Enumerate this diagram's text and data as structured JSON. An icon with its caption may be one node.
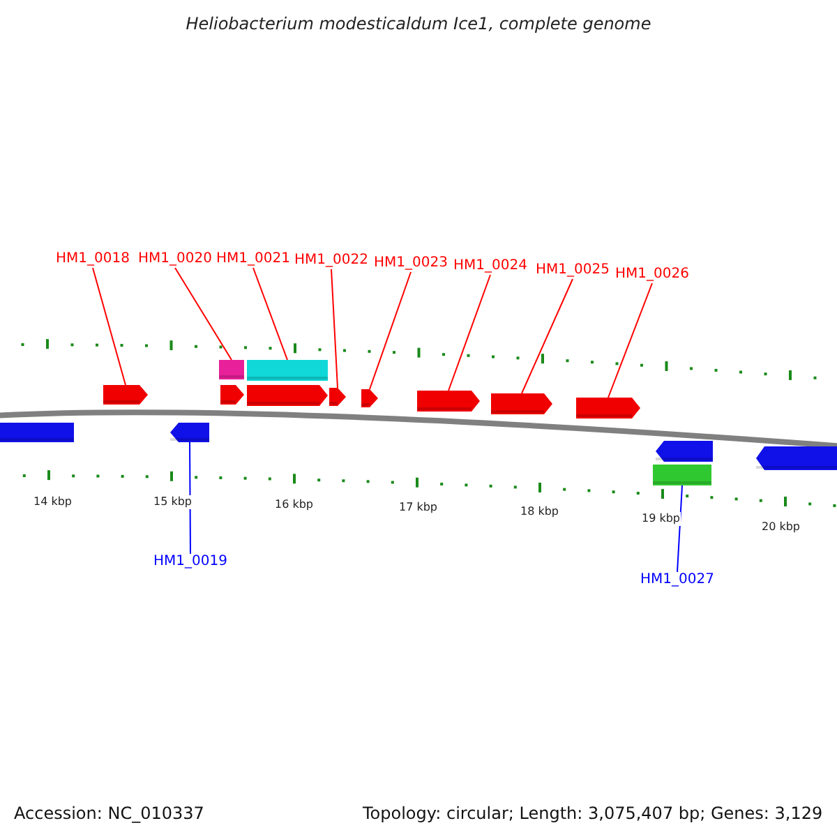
{
  "diagram": {
    "title": "Heliobacterium modesticaldum Ice1, complete genome",
    "nodes": [
      {
        "text": [
          "HM1_0018"
        ]
      },
      {
        "text": [
          "HM1_0020"
        ]
      },
      {
        "text": [
          "HM1_0021"
        ]
      },
      {
        "text": [
          "HM1_0022"
        ]
      },
      {
        "text": [
          "HM1_0023"
        ]
      },
      {
        "text": [
          "HM1_0024"
        ]
      },
      {
        "text": [
          "HM1_0025"
        ]
      },
      {
        "text": [
          "HM1_0026"
        ]
      },
      {
        "text": [],
        "shape": "bar"
      },
      {
        "text": [],
        "shape": "bar"
      },
      {
        "text": [],
        "shape": "arrow"
      },
      {
        "text": [],
        "shape": "arrow"
      },
      {
        "text": [],
        "shape": "arrow"
      },
      {
        "text": [],
        "shape": "arrow"
      },
      {
        "text": [],
        "shape": "arrow"
      },
      {
        "text": [],
        "shape": "arrow"
      },
      {
        "text": [],
        "shape": "arrow"
      },
      {
        "text": [],
        "shape": "arrow"
      },
      {
        "text": [],
        "shape": "arrow"
      },
      {
        "text": [],
        "shape": "arrow"
      },
      {
        "text": [],
        "shape": "arrow"
      },
      {
        "text": [],
        "shape": "bar"
      },
      {
        "text": [],
        "shape": "arrow"
      },
      {
        "text": [
          "HM1_0019"
        ]
      },
      {
        "text": [
          "HM1_0027"
        ]
      }
    ],
    "edges": [
      {
        "from": 0,
        "to": 10,
        "arrow": "none"
      },
      {
        "from": 1,
        "to": 8,
        "arrow": "none"
      },
      {
        "from": 2,
        "to": 9,
        "arrow": "none"
      },
      {
        "from": 3,
        "to": 13,
        "arrow": "none"
      },
      {
        "from": 4,
        "to": 14,
        "arrow": "none"
      },
      {
        "from": 5,
        "to": 15,
        "arrow": "none"
      },
      {
        "from": 6,
        "to": 16,
        "arrow": "none"
      },
      {
        "from": 7,
        "to": 17,
        "arrow": "none"
      },
      {
        "from": 23,
        "to": 19,
        "arrow": "none",
        "color": "#0000ff"
      },
      {
        "from": 24,
        "to": 21,
        "arrow": "none",
        "color": "#0000ff"
      }
    ],
    "labels": [
      "14 kbp",
      "15 kbp",
      "16 kbp",
      "17 kbp",
      "18 kbp",
      "19 kbp",
      "20 kbp",
      "Accession: NC_010337",
      "Topology: circular; Length: 3,075,407 bp; Genes: 3,129"
    ]
  }
}
